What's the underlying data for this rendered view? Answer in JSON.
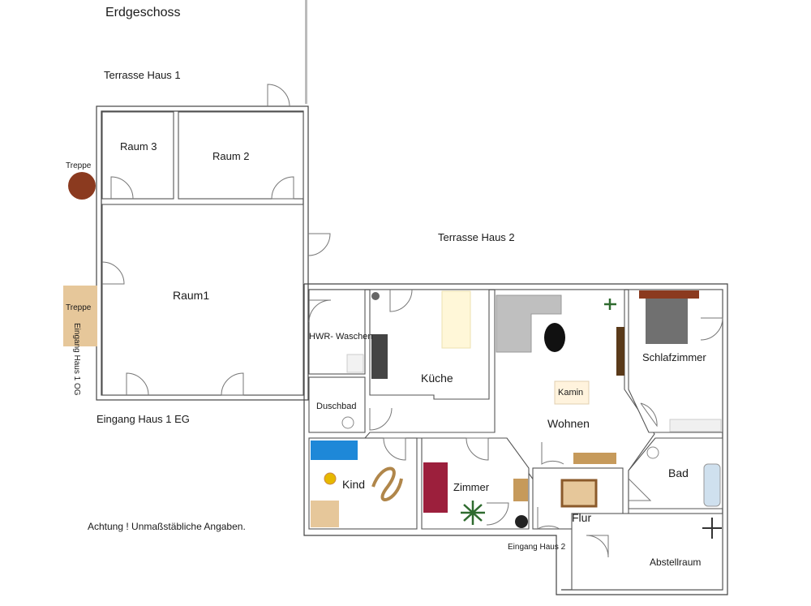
{
  "title": "Erdgeschoss",
  "note": "Achtung ! Unmaßstäbliche Angaben.",
  "labels": {
    "terrasse1": "Terrasse Haus 1",
    "terrasse2": "Terrasse Haus 2",
    "eingang1eg": "Eingang Haus 1 EG",
    "eingang1og": "Eingang Haus 1 OG",
    "eingang2": "Eingang Haus 2",
    "treppe_round": "Treppe",
    "treppe_wood": "Treppe",
    "kamin": "Kamin"
  },
  "rooms": {
    "raum3": "Raum 3",
    "raum2": "Raum 2",
    "raum1": "Raum1",
    "hwr": "HWR- Waschen",
    "kueche": "Küche",
    "wohnen": "Wohnen",
    "schlafzimmer": "Schlafzimmer",
    "duschbad": "Duschbad",
    "kind": "Kind",
    "zimmer": "Zimmer",
    "flur": "Flur",
    "bad": "Bad",
    "abstellraum": "Abstellraum"
  },
  "colors": {
    "stair_round": "#8b3a1f",
    "stair_wood": "#e6c79a",
    "sofa": "#bfbfbf",
    "bed": "#707070",
    "bed_headboard": "#8b3a1f",
    "kind_bed": "#1e88d8",
    "zimmer_bed": "#9c1f3c",
    "wardrobe": "#5a3a1a",
    "table_wood": "#c69a5b"
  }
}
